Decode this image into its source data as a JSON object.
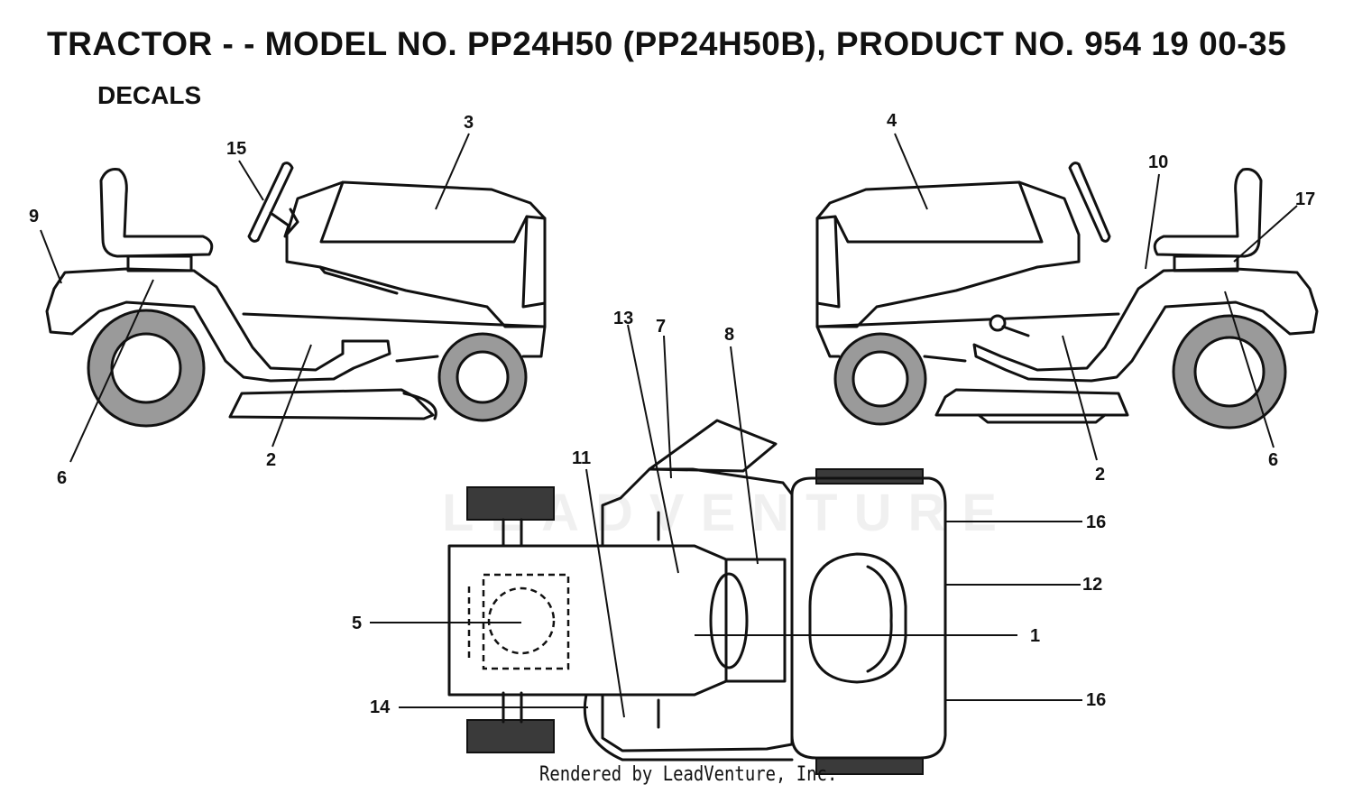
{
  "header": {
    "title": "TRACTOR - - MODEL NO. PP24H50 (PP24H50B), PRODUCT NO. 954 19 00-35",
    "subtitle": "DECALS"
  },
  "watermark": "LEADVENTURE",
  "footer": "Rendered by LeadVenture, Inc.",
  "left_view": {
    "callouts": [
      "15",
      "3",
      "9",
      "6",
      "2"
    ]
  },
  "right_view": {
    "callouts": [
      "4",
      "10",
      "17",
      "2",
      "6"
    ]
  },
  "top_view": {
    "callouts": [
      "13",
      "7",
      "8",
      "11",
      "5",
      "14",
      "16",
      "12",
      "1",
      "16"
    ]
  }
}
